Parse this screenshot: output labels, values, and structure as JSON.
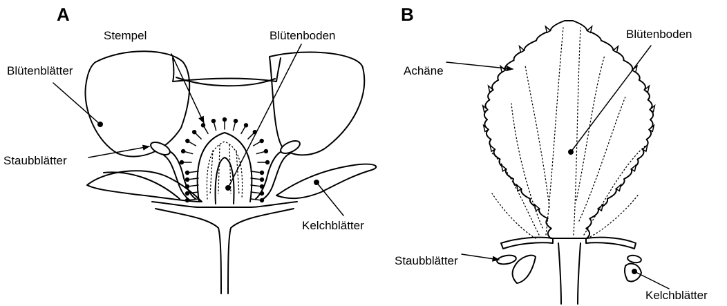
{
  "panels": {
    "a": {
      "tag": "A",
      "labels": {
        "stempel": "Stempel",
        "bluetenboden": "Blütenboden",
        "bluetenblaetter": "Blütenblätter",
        "staubblaetter": "Staubblätter",
        "kelchblaetter": "Kelchblätter"
      }
    },
    "b": {
      "tag": "B",
      "labels": {
        "achaene": "Achäne",
        "bluetenboden": "Blütenboden",
        "staubblaetter": "Staubblätter",
        "kelchblaetter": "Kelchblätter"
      }
    }
  }
}
